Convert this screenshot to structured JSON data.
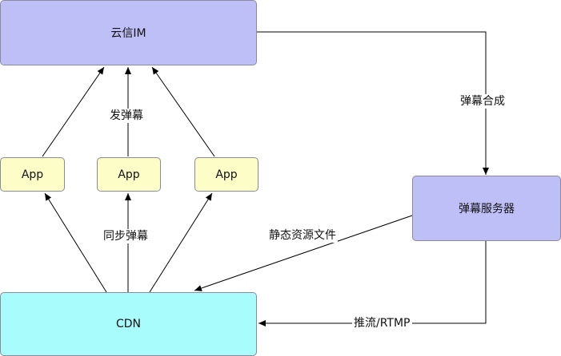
{
  "nodes": {
    "yunxin_im": {
      "label": "云信IM",
      "color": "#bfbff7"
    },
    "app_left": {
      "label": "App",
      "color": "#fdfdc8"
    },
    "app_mid": {
      "label": "App",
      "color": "#fdfdc8"
    },
    "app_right": {
      "label": "App",
      "color": "#fdfdc8"
    },
    "danmu_server": {
      "label": "弹幕服务器",
      "color": "#bfbff7"
    },
    "cdn": {
      "label": "CDN",
      "color": "#a8fcfc"
    }
  },
  "edges": {
    "send_danmu": "发弹幕",
    "danmu_compose": "弹幕合成",
    "sync_danmu": "同步弹幕",
    "static_files": "静态资源文件",
    "push_rtmp": "推流/RTMP"
  }
}
